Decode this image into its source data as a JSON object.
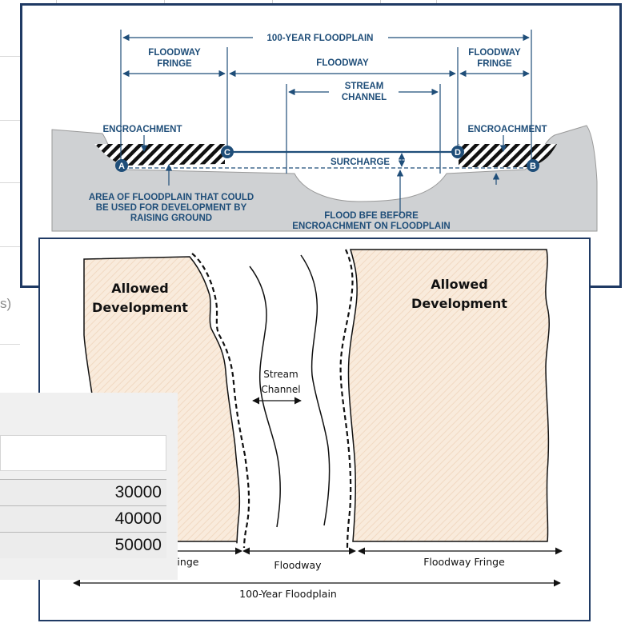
{
  "top_diagram": {
    "labels": {
      "floodplain_100yr": "100-YEAR FLOODPLAIN",
      "floodway_fringe_left_1": "FLOODWAY",
      "floodway_fringe_left_2": "FRINGE",
      "floodway": "FLOODWAY",
      "floodway_fringe_right_1": "FLOODWAY",
      "floodway_fringe_right_2": "FRINGE",
      "stream_channel_1": "STREAM",
      "stream_channel_2": "CHANNEL",
      "encroachment_left": "ENCROACHMENT",
      "encroachment_right": "ENCROACHMENT",
      "surcharge": "SURCHARGE",
      "area_note_1": "AREA OF FLOODPLAIN THAT COULD",
      "area_note_2": "BE USED FOR DEVELOPMENT BY",
      "area_note_3": "RAISING GROUND",
      "bfe_note_1": "FLOOD BFE BEFORE",
      "bfe_note_2": "ENCROACHMENT ON FLOODPLAIN"
    },
    "markers": {
      "a": "A",
      "b": "B",
      "c": "C",
      "d": "D"
    },
    "colors": {
      "ink": "#1f4e79",
      "ground": "#cfd1d3",
      "frame": "#1f3a64"
    }
  },
  "bottom_diagram": {
    "labels": {
      "allowed_left_1": "Allowed",
      "allowed_left_2": "Development",
      "allowed_right_1": "Allowed",
      "allowed_right_2": "Development",
      "stream_1": "Stream",
      "stream_2": "Channel",
      "fringe_left": "Fringe",
      "floodway": "Floodway",
      "fringe_right": "Floodway Fringe",
      "floodplain": "100-Year Floodplain"
    },
    "colors": {
      "development_fill": "#f9ebdc"
    }
  },
  "background": {
    "fragment_text": "s)",
    "table_values": [
      "30000",
      "40000",
      "50000"
    ]
  }
}
